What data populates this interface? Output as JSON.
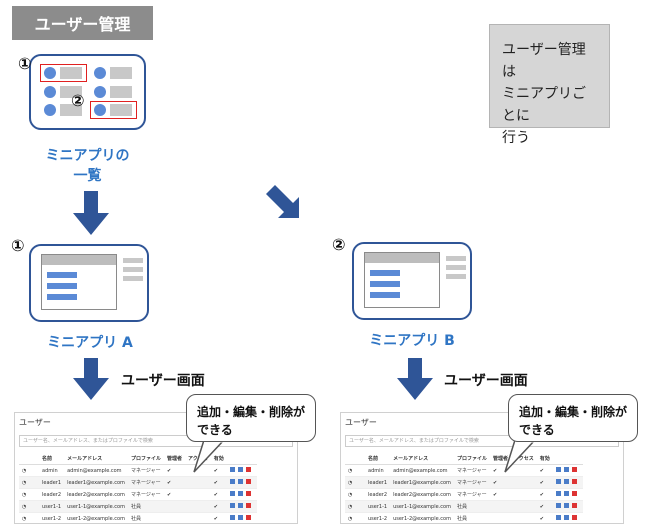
{
  "header": {
    "title": "ユーザー管理"
  },
  "note": {
    "line1": "ユーザー管理は",
    "line2": "ミニアプリごとに",
    "line3": "行う"
  },
  "markers": {
    "one": "①",
    "two": "②"
  },
  "labels": {
    "mini_app_list_1": "ミニアプリの",
    "mini_app_list_2": "一覧",
    "mini_app_a": "ミニアプリ A",
    "mini_app_b": "ミニアプリ B",
    "user_screen": "ユーザー画面"
  },
  "callout": {
    "line1": "追加・編集・削除が",
    "line2": "できる"
  },
  "screen": {
    "title": "ユーザー",
    "search_placeholder": "ユーザー名、メールアドレス、またはプロファイルで検索",
    "columns": [
      "名前",
      "メールアドレス",
      "プロファイル",
      "管理者",
      "アクセス",
      "有効"
    ],
    "rows": [
      {
        "name": "admin",
        "email": "admin@example.com",
        "profile": "マネージャー",
        "admin": "✔",
        "enabled": "✔"
      },
      {
        "name": "leader1",
        "email": "leader1@example.com",
        "profile": "マネージャー",
        "admin": "✔",
        "enabled": "✔"
      },
      {
        "name": "leader2",
        "email": "leader2@example.com",
        "profile": "マネージャー",
        "admin": "✔",
        "enabled": "✔"
      },
      {
        "name": "user1-1",
        "email": "user1-1@example.com",
        "profile": "社員",
        "admin": "",
        "enabled": "✔"
      },
      {
        "name": "user1-2",
        "email": "user1-2@example.com",
        "profile": "社員",
        "admin": "",
        "enabled": "✔"
      }
    ]
  },
  "colors": {
    "accent_blue": "#2f5597",
    "label_blue": "#2f75c4",
    "dot_blue": "#5b8ad6",
    "highlight_red": "#e02020"
  }
}
